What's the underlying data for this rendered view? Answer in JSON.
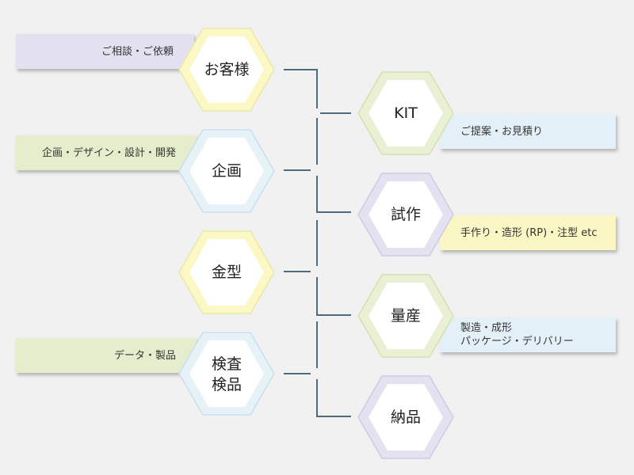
{
  "colors": {
    "background": "#f1f1f1",
    "connector": "#4e6a7c",
    "yellow_ring": "#fbf8c6",
    "yellow_border": "#ebe7a8",
    "blue_ring": "#e6f1f8",
    "blue_border": "#c9dfee",
    "green_ring": "#eaf0d4",
    "green_border": "#d4e0b0",
    "purple_ring": "#e4e2f0",
    "purple_border": "#cfcbe3",
    "tag_purple": "#e3e1f0",
    "tag_green": "#e6edcc",
    "tag_blue": "#e3f0f7",
    "tag_yellow": "#faf7c4"
  },
  "nodes": {
    "consult": "お客様",
    "plan": "企画",
    "mold": "金型",
    "inspect": "検査\n検品",
    "kit": "KIT",
    "prototype": "試作",
    "mass": "量産",
    "delivery": "納品"
  },
  "tags": {
    "consult": "ご相談・ご依頼",
    "plan": "企画・デザイン・設計・開発",
    "inspect": "データ・製品",
    "kit": "ご提案・お見積り",
    "prototype": "手作り・造形 (RP)・注型 etc",
    "mass": "製造・成形\nパッケージ・デリバリー"
  }
}
